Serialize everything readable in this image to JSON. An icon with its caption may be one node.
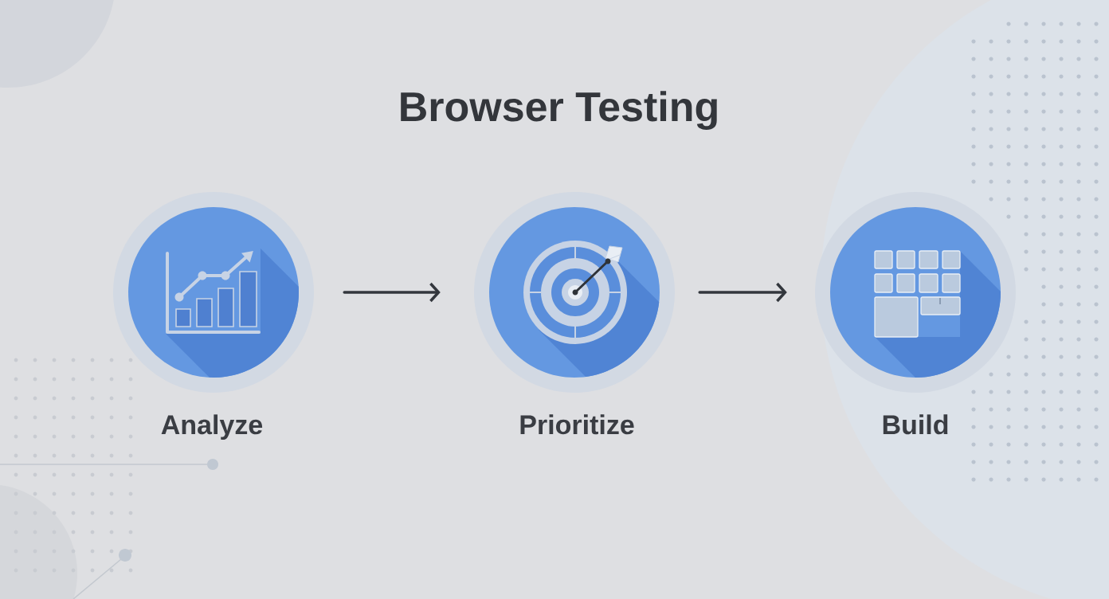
{
  "diagram": {
    "title": "Browser Testing",
    "nodes": [
      {
        "text": [
          "Analyze"
        ]
      },
      {
        "text": [
          "Prioritize"
        ]
      },
      {
        "text": [
          "Build"
        ]
      }
    ],
    "edges": [
      {
        "from": 0,
        "to": 1,
        "arrow": "to"
      },
      {
        "from": 1,
        "to": 2,
        "arrow": "to"
      }
    ]
  }
}
